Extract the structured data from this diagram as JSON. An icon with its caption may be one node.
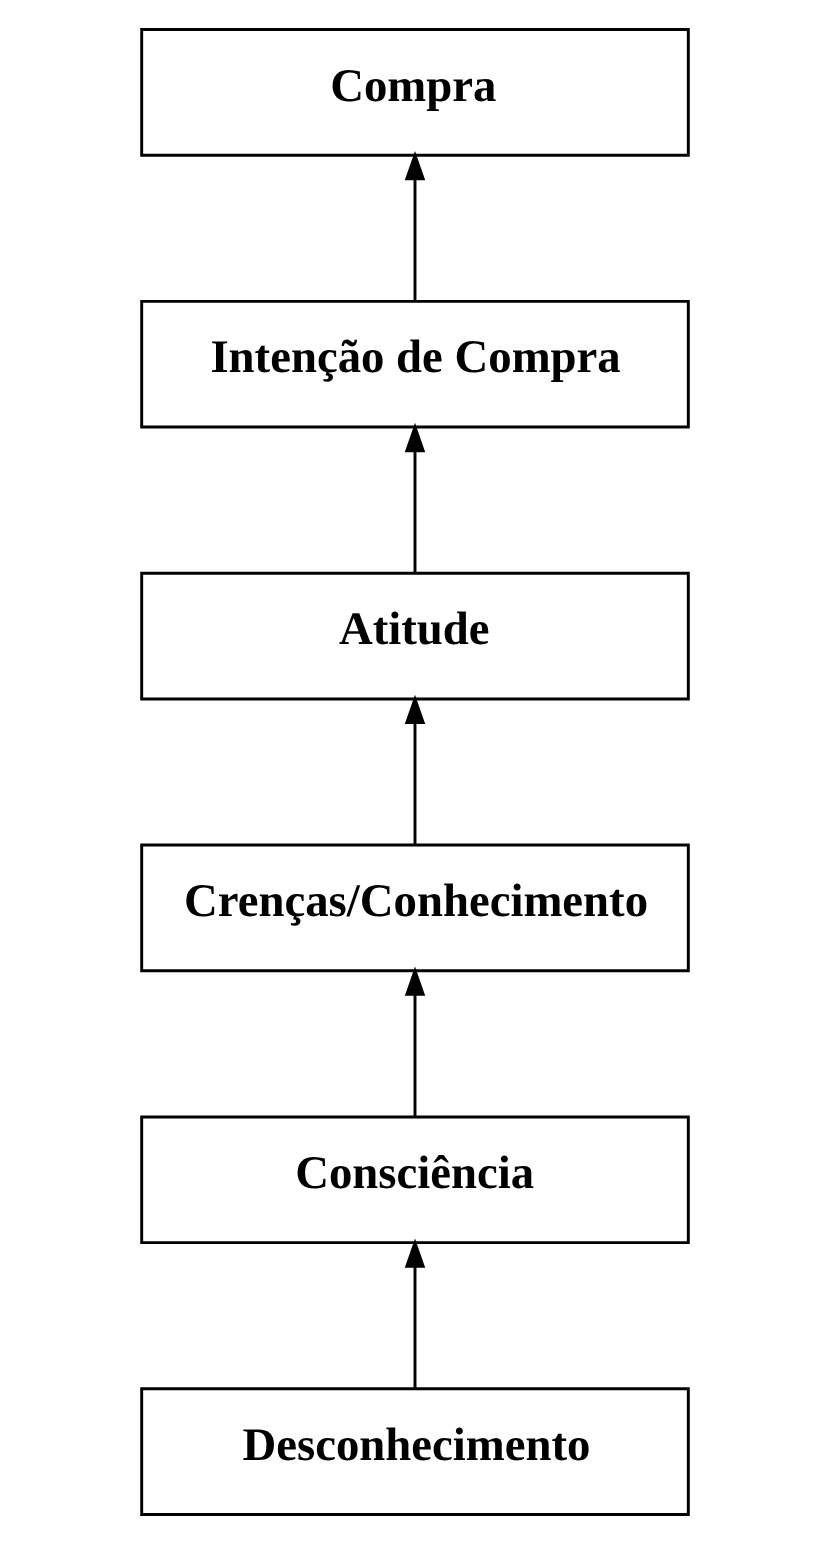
{
  "diagram": {
    "nodes": [
      {
        "text": [
          "Compra"
        ]
      },
      {
        "text": [
          "Intenção de Compra"
        ]
      },
      {
        "text": [
          "Atitude"
        ]
      },
      {
        "text": [
          "Crenças/Conhecimento"
        ]
      },
      {
        "text": [
          "Consciência"
        ]
      },
      {
        "text": [
          "Desconhecimento"
        ]
      }
    ],
    "edges": [
      {
        "from": 5,
        "to": 4,
        "arrow": "to"
      },
      {
        "from": 4,
        "to": 3,
        "arrow": "to"
      },
      {
        "from": 3,
        "to": 2,
        "arrow": "to"
      },
      {
        "from": 2,
        "to": 1,
        "arrow": "to"
      },
      {
        "from": 1,
        "to": 0,
        "arrow": "to"
      }
    ]
  }
}
